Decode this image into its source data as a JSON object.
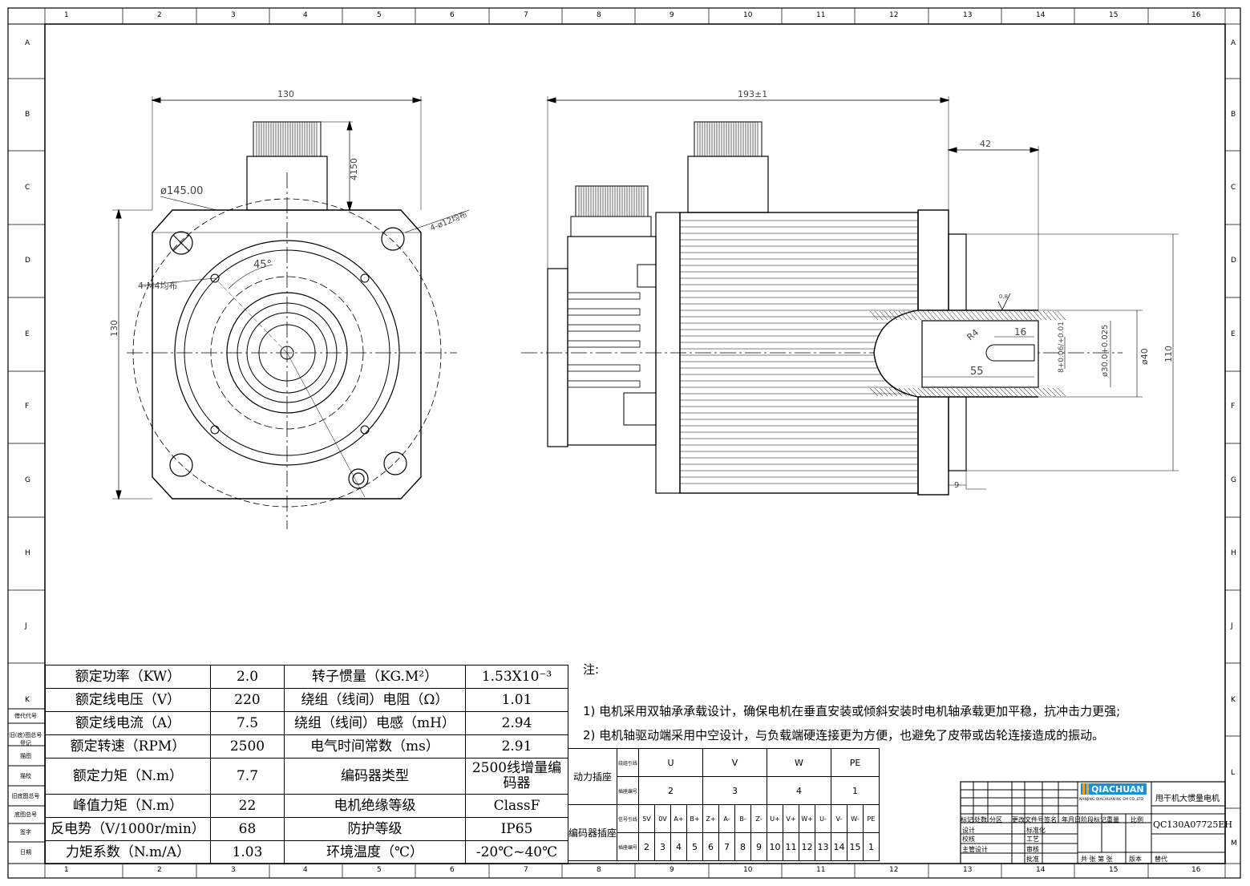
{
  "border": {
    "cols": [
      "1",
      "2",
      "3",
      "4",
      "5",
      "6",
      "7",
      "8",
      "9",
      "10",
      "11",
      "12",
      "13",
      "14",
      "15",
      "16"
    ],
    "rows": [
      "A",
      "B",
      "C",
      "D",
      "E",
      "F",
      "G",
      "H",
      "J",
      "K",
      "L",
      "M"
    ]
  },
  "left_strip": [
    "借代代号",
    "旧(底)图总号登记",
    "描图",
    "描校",
    "旧底图总号",
    "底图总号",
    "签字",
    "日期"
  ],
  "front_view": {
    "dim_width": "130",
    "dim_height": "130",
    "dim_connector": "4150",
    "pcd": "ø145.00",
    "holes": "4-ø12均布",
    "angle": "45°",
    "taps": "4-M4均布"
  },
  "side_view": {
    "dim_length": "193±1",
    "dim_42": "42",
    "dim_16": "16",
    "dim_55": "55",
    "dim_r4": "R4",
    "dim_key": "8+0.06/+0.01",
    "dim_bore": "ø30.0+0.025",
    "dim_40": "ø40",
    "dim_110": "110",
    "dim_9": "9",
    "rough": "0.8"
  },
  "specs": [
    [
      "额定功率（KW）",
      "2.0",
      "转子惯量（KG.M²）",
      "1.53X10⁻³"
    ],
    [
      "额定线电压（V）",
      "220",
      "绕组（线间）电阻（Ω）",
      "1.01"
    ],
    [
      "额定线电流（A）",
      "7.5",
      "绕组（线间）电感（mH）",
      "2.94"
    ],
    [
      "额定转速（RPM）",
      "2500",
      "电气时间常数（ms）",
      "2.91"
    ],
    [
      "额定力矩（N.m）",
      "7.7",
      "编码器类型",
      "2500线增量编码器"
    ],
    [
      "峰值力矩（N.m）",
      "22",
      "电机绝缘等级",
      "ClassF"
    ],
    [
      "反电势（V/1000r/min）",
      "68",
      "防护等级",
      "IP65"
    ],
    [
      "力矩系数（N.m/A）",
      "1.03",
      "环境温度（℃）",
      "-20℃~40℃"
    ]
  ],
  "notes": {
    "title": "注:",
    "items": [
      "1) 电机采用双轴承承载设计，确保电机在垂直安装或倾斜安装时电机轴承载更加平稳，抗冲击力更强;",
      "2) 电机轴驱动端采用中空设计，与负载端硬连接更为方便，也避免了皮带或齿轮连接造成的振动。"
    ]
  },
  "connector_table": {
    "power_label": "动力插座",
    "encoder_label": "编码器插座",
    "power_row1_head": "绕组引线",
    "power_row2_head": "插座编号",
    "power_signals": [
      "U",
      "V",
      "W",
      "PE"
    ],
    "power_pins": [
      "2",
      "3",
      "4",
      "1"
    ],
    "enc_row1_head": "信号引线",
    "enc_row2_head": "插座编号",
    "enc_signals": [
      "5V",
      "0V",
      "A+",
      "B+",
      "Z+",
      "A-",
      "B-",
      "Z-",
      "U+",
      "V+",
      "W+",
      "U-",
      "V-",
      "W-",
      "PE"
    ],
    "enc_pins": [
      "2",
      "3",
      "4",
      "5",
      "6",
      "7",
      "8",
      "9",
      "10",
      "11",
      "12",
      "13",
      "14",
      "15",
      "1"
    ]
  },
  "title_block": {
    "brand": "QIACHUAN",
    "company": "NANJING QIACHUAN NC EM CO.,LTD",
    "product": "甩干机大惯量电机",
    "model": "QC130A07725EH",
    "cells": [
      "标记",
      "处数",
      "分区",
      "更改文件号",
      "签名",
      "年月日",
      "设计",
      "标准化",
      "校核",
      "工艺",
      "主管设计",
      "审核",
      "批准",
      "阶段标记",
      "重量",
      "比例",
      "共 张 第 张",
      "版本",
      "替代"
    ]
  }
}
